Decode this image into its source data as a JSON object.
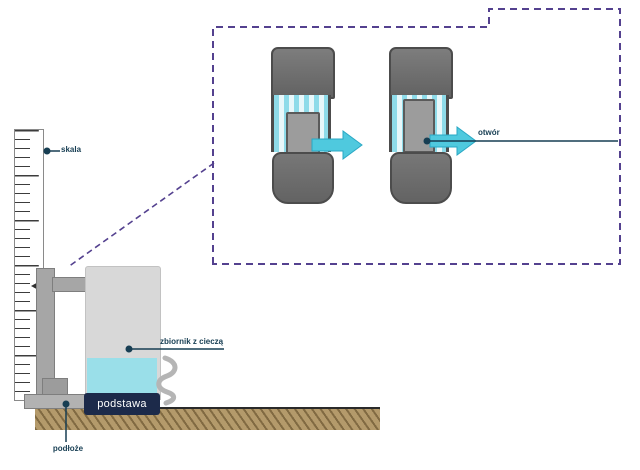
{
  "diagram": {
    "base_label": "podstawa",
    "annotations": {
      "scale": "skala",
      "container": "zbiornik z cieczą",
      "outlet": "otwór",
      "ground": "podłoże"
    },
    "colors": {
      "outline_purple": "#54418f",
      "liquid_cyan": "#9adfe9",
      "arrow_cyan": "#4fc9de",
      "metal_dark": "#6d6d6d",
      "metal_light": "#d8d8d8",
      "annotation_navy": "#173e53",
      "ground_tan": "#b49a6b",
      "label_box_navy": "#1c2a4a"
    }
  }
}
